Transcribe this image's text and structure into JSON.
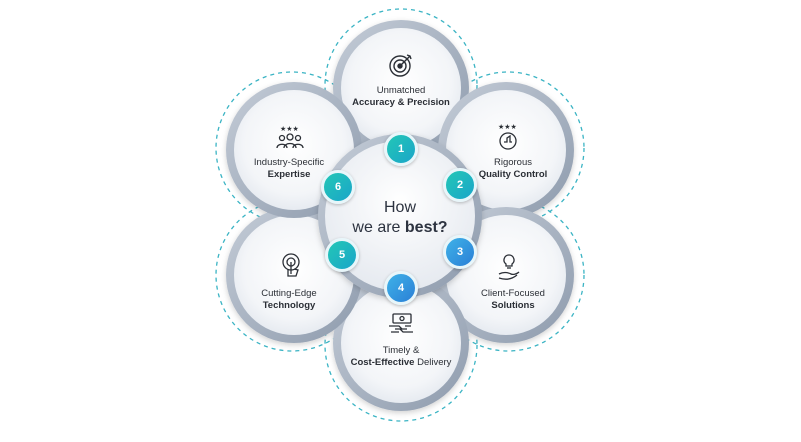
{
  "center": {
    "line1": "How",
    "line2_prefix": "we are ",
    "line2_bold": "best?"
  },
  "items": [
    {
      "number": "1",
      "line1": "Unmatched",
      "line2_bold": "Accuracy & Precision",
      "line2_rest": "",
      "icon": "target-icon"
    },
    {
      "number": "2",
      "line1": "Rigorous",
      "line2_bold": "Quality Control",
      "line2_rest": "",
      "icon": "quality-badge-icon"
    },
    {
      "number": "3",
      "line1": "Client-Focused",
      "line2_bold": "Solutions",
      "line2_rest": "",
      "icon": "hand-lightbulb-icon"
    },
    {
      "number": "4",
      "line1": "Timely &",
      "line2_bold": "Cost-Effective",
      "line2_rest": " Delivery",
      "icon": "money-exchange-icon"
    },
    {
      "number": "5",
      "line1": "Cutting-Edge",
      "line2_bold": "Technology",
      "line2_rest": "",
      "icon": "touch-tech-icon"
    },
    {
      "number": "6",
      "line1": "Industry-Specific",
      "line2_bold": "Expertise",
      "line2_rest": "",
      "icon": "team-stars-icon"
    }
  ],
  "colors": {
    "teal": "#22c3b7",
    "blue": "#2f8fdc",
    "dashed": "#3bb4c4",
    "ring": "#a9b5c4"
  }
}
